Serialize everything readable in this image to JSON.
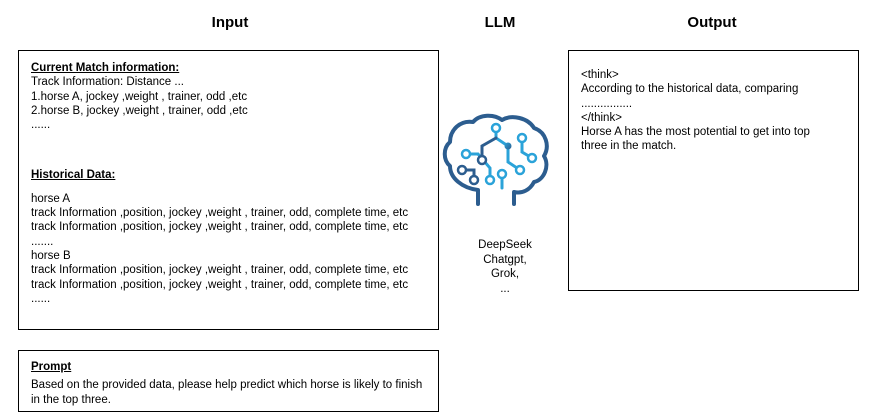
{
  "titles": {
    "input": "Input",
    "llm": "LLM",
    "output": "Output"
  },
  "input_box": {
    "current_heading": "Current Match information:",
    "current_lines": [
      "Track Information: Distance ...",
      "1.horse A, jockey ,weight , trainer, odd ,etc",
      "2.horse B, jockey ,weight , trainer, odd ,etc",
      "......"
    ],
    "historical_heading": "Historical Data:",
    "historical_lines": [
      "horse A",
      "track Information ,position, jockey ,weight , trainer, odd, complete time, etc",
      "track Information ,position, jockey ,weight , trainer, odd, complete time, etc",
      ".......",
      "horse B",
      "track Information ,position, jockey ,weight , trainer, odd, complete time, etc",
      "track Information ,position, jockey ,weight , trainer, odd, complete time, etc",
      "......"
    ]
  },
  "prompt_box": {
    "heading": "Prompt",
    "text": "Based on the provided data, please help predict which horse is likely to finish in the top three."
  },
  "llm": {
    "models": [
      "DeepSeek",
      "Chatgpt,",
      "Grok,",
      "..."
    ],
    "icon": "brain-circuit-icon",
    "colors": {
      "dark": "#2c5d8f",
      "light": "#2ba3d9"
    }
  },
  "output_box": {
    "lines": [
      "<think>",
      "According to the historical data, comparing",
      "................",
      "</think>",
      "Horse A has the most potential to get into top three in the match."
    ]
  }
}
